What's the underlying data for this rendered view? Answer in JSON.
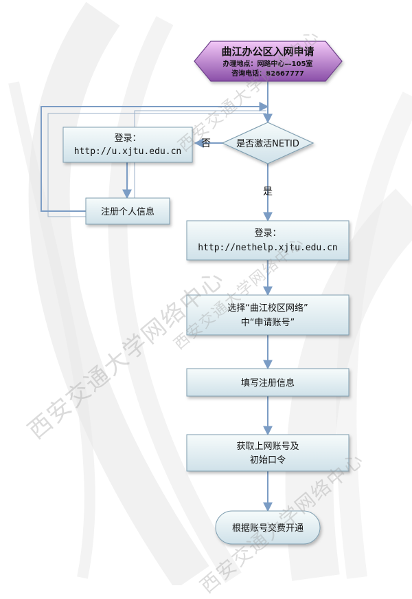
{
  "diagram": {
    "header": {
      "title": "曲江办公区入网申请",
      "line1": "办理地点：网路中心—105室",
      "line2": "咨询电话：82667777"
    },
    "decision": {
      "label": "是否激活NETID"
    },
    "branch_no": "否",
    "branch_yes": "是",
    "login_left": {
      "line1": "登录：",
      "line2": "http://u.xjtu.edu.cn"
    },
    "register": "注册个人信息",
    "login_main": {
      "line1": "登录：",
      "line2": "http://nethelp.xjtu.edu.cn"
    },
    "select": {
      "line1": "选择“曲江校区网络”",
      "line2": "中“申请账号”"
    },
    "fill": "填写注册信息",
    "obtain": {
      "line1": "获取上网账号及",
      "line2": "初始口令"
    },
    "final": "根据账号交费开通"
  },
  "watermark": "西安交通大学网络中心",
  "colors": {
    "box_fill_top": "#f6fbfb",
    "box_fill_bottom": "#cfe1e9",
    "box_stroke": "#7f9eb0",
    "header_fill_top": "#f3c8f7",
    "header_fill_bottom": "#8a4fa8",
    "arrow": "#7b9cc4"
  }
}
